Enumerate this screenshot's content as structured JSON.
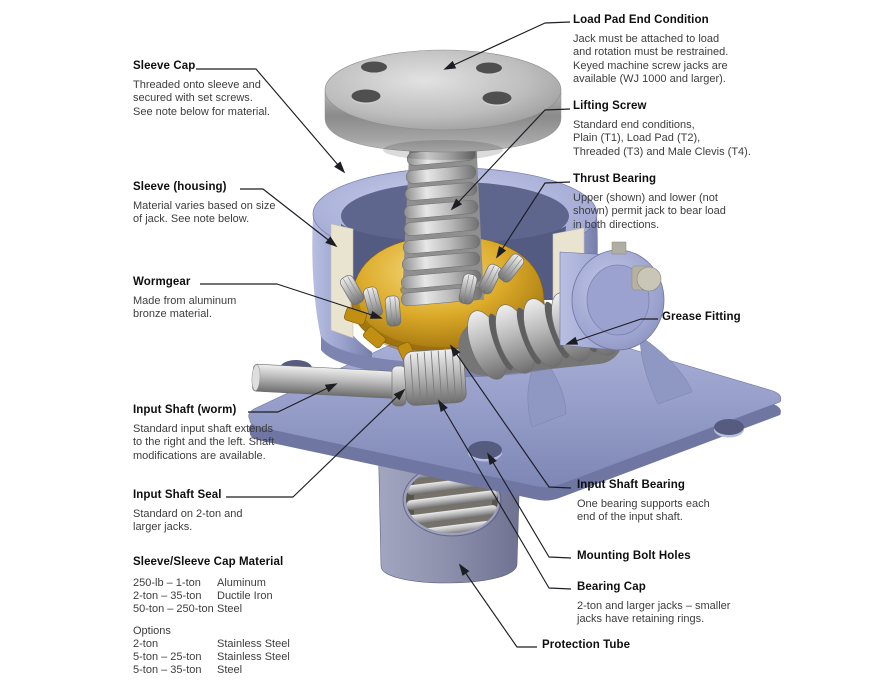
{
  "figure": {
    "description": "Cutaway 3D illustration of a worm gear machine screw jack",
    "colors": {
      "housing_blue": "#9aa2ce",
      "gear_bronze": "#dcab2a",
      "steel_gray": "#b9b9b9",
      "cut_section_cream": "#e9e4d0",
      "leader_line": "#1c1e24",
      "background": "#ffffff"
    }
  },
  "callouts": {
    "sleeve_cap": {
      "title": "Sleeve Cap",
      "desc": "Threaded onto sleeve and\nsecured with set screws.\nSee note below for material."
    },
    "sleeve_housing": {
      "title": "Sleeve (housing)",
      "desc": "Material varies based on size\nof jack. See note below."
    },
    "wormgear": {
      "title": "Wormgear",
      "desc": "Made from aluminum\nbronze material."
    },
    "input_shaft_worm": {
      "title": "Input Shaft (worm)",
      "desc": "Standard input shaft extends\nto the right and the left. Shaft\nmodifications are available."
    },
    "input_shaft_seal": {
      "title": "Input Shaft Seal",
      "desc": "Standard on 2-ton and\nlarger jacks."
    },
    "load_pad": {
      "title": "Load Pad End Condition",
      "desc": "Jack must be attached to load\nand rotation must be restrained.\nKeyed machine screw jacks are\navailable (WJ 1000 and larger)."
    },
    "lifting_screw": {
      "title": "Lifting Screw",
      "desc": "Standard end conditions,\nPlain (T1), Load Pad (T2),\nThreaded (T3) and Male Clevis (T4)."
    },
    "thrust_bearing": {
      "title": "Thrust Bearing",
      "desc": "Upper (shown) and lower (not\nshown) permit jack to bear load\nin both directions."
    },
    "grease_fitting": {
      "title": "Grease Fitting"
    },
    "input_shaft_bearing": {
      "title": "Input Shaft Bearing",
      "desc": "One bearing supports each\nend of the input shaft."
    },
    "mounting_bolt_holes": {
      "title": "Mounting Bolt Holes"
    },
    "bearing_cap": {
      "title": "Bearing Cap",
      "desc": "2-ton and larger jacks – smaller\njacks have retaining rings."
    },
    "protection_tube": {
      "title": "Protection Tube"
    }
  },
  "material_note": {
    "heading": "Sleeve/Sleeve Cap Material",
    "rows": [
      {
        "range": "250-lb – 1-ton",
        "material": "Aluminum"
      },
      {
        "range": "2-ton – 35-ton",
        "material": "Ductile Iron"
      },
      {
        "range": "50-ton – 250-ton",
        "material": "Steel"
      }
    ],
    "options_heading": "Options",
    "options_rows": [
      {
        "range": "2-ton",
        "material": "Stainless Steel"
      },
      {
        "range": "5-ton – 25-ton",
        "material": "Stainless Steel"
      },
      {
        "range": "5-ton – 35-ton",
        "material": "Steel"
      }
    ]
  }
}
